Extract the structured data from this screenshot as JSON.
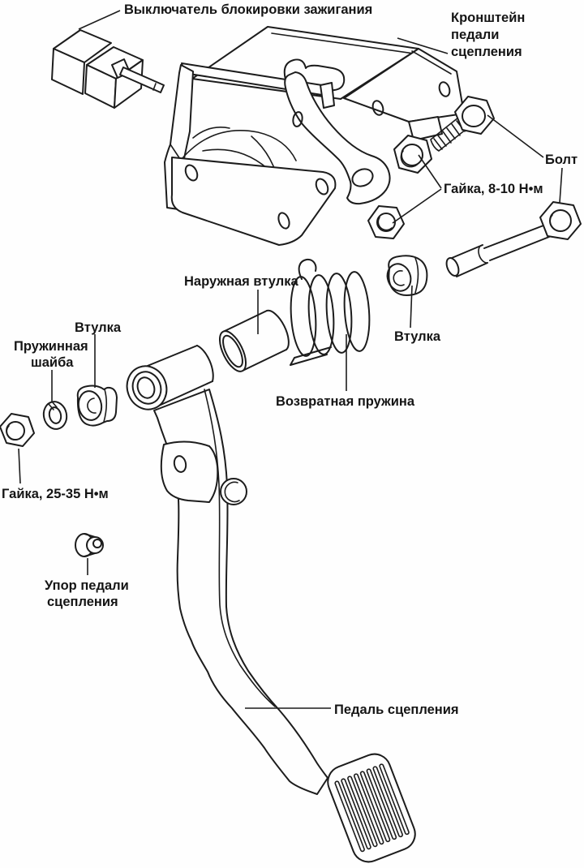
{
  "diagram": {
    "type": "exploded-parts-diagram",
    "subject": "clutch-pedal-assembly",
    "ink_color": "#1c1c1c",
    "background_color": "#fefefe",
    "labels": {
      "ignition_switch": "Выключатель блокировки зажигания",
      "bracket": {
        "line1": "Кронштейн",
        "line2": "педали",
        "line3": "сцепления"
      },
      "bolt": "Болт",
      "nut_upper": "Гайка, 8-10 Н•м",
      "outer_bushing": "Наружная втулка",
      "bushing_left": "Втулка",
      "spring_washer": {
        "line1": "Пружинная",
        "line2": "шайба"
      },
      "bushing_right": "Втулка",
      "return_spring": "Возвратная пружина",
      "nut_pivot": "Гайка, 25-35 Н•м",
      "pedal_stop": {
        "line1": "Упор педали",
        "line2": "сцепления"
      },
      "clutch_pedal": "Педаль сцепления"
    }
  }
}
